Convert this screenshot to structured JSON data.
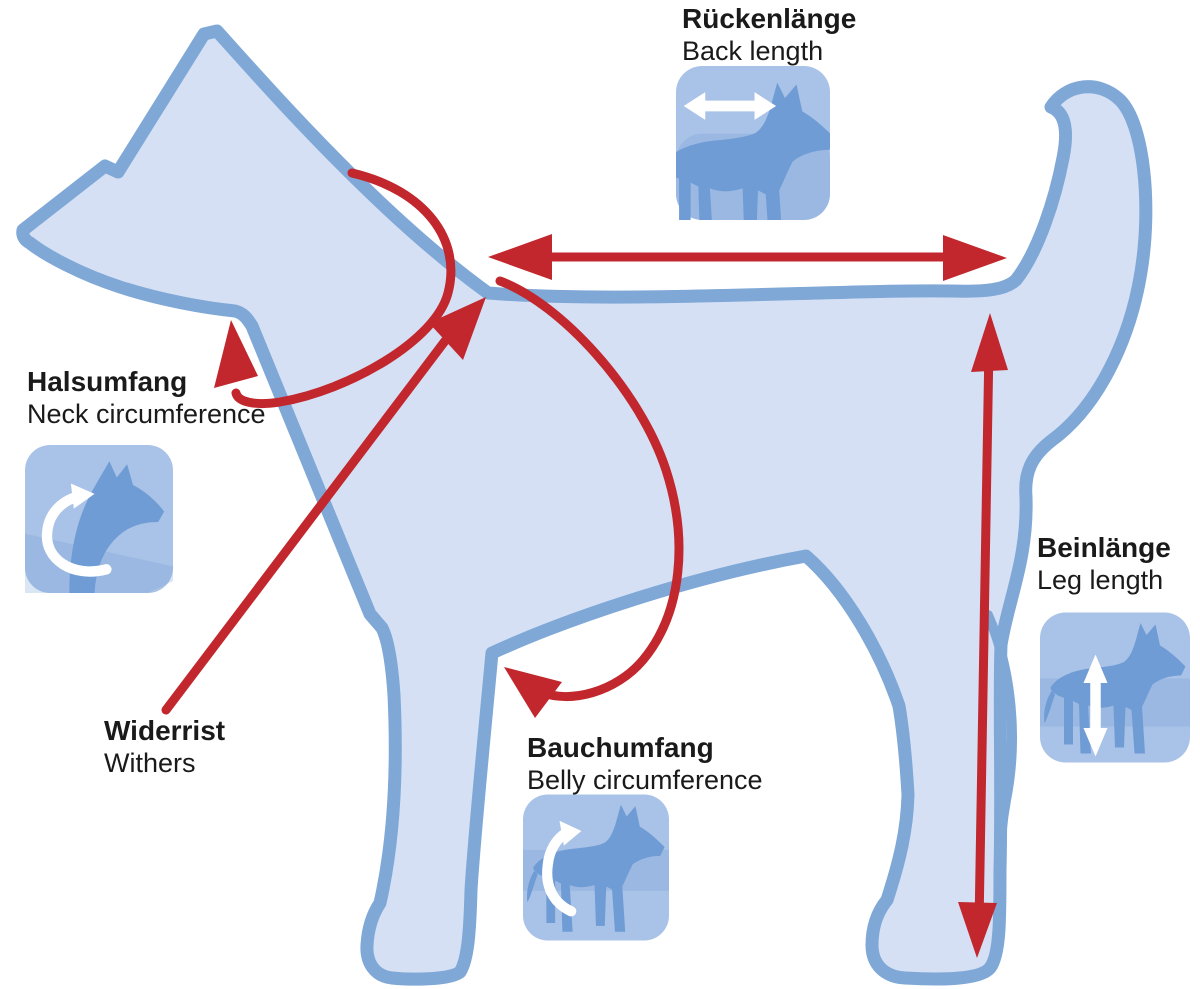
{
  "labels": {
    "back_length": {
      "de": "Rückenlänge",
      "en": "Back length"
    },
    "neck_circumference": {
      "de": "Halsumfang",
      "en": "Neck circumference"
    },
    "withers": {
      "de": "Widerrist",
      "en": "Withers"
    },
    "belly_circumference": {
      "de": "Bauchumfang",
      "en": "Belly circumference"
    },
    "leg_length": {
      "de": "Beinlänge",
      "en": "Leg length"
    }
  },
  "icons": {
    "back_length_icon": "dog-silhouette-with-horizontal-double-arrow",
    "neck_circumference_icon": "dog-head-with-circular-arrow-around-neck",
    "belly_circumference_icon": "dog-silhouette-with-curved-arrow-around-belly",
    "leg_length_icon": "dog-silhouette-with-vertical-double-arrow"
  },
  "colors": {
    "background": "#ffffff",
    "dog_fill": "#d5e0f4",
    "dog_outline": "#7fa8d7",
    "arrow_red": "#c1272d",
    "icon_bg": "#a9c2e7",
    "icon_dog": "#6f9cd4",
    "icon_arrow": "#ffffff",
    "text": "#1a1a1a"
  }
}
